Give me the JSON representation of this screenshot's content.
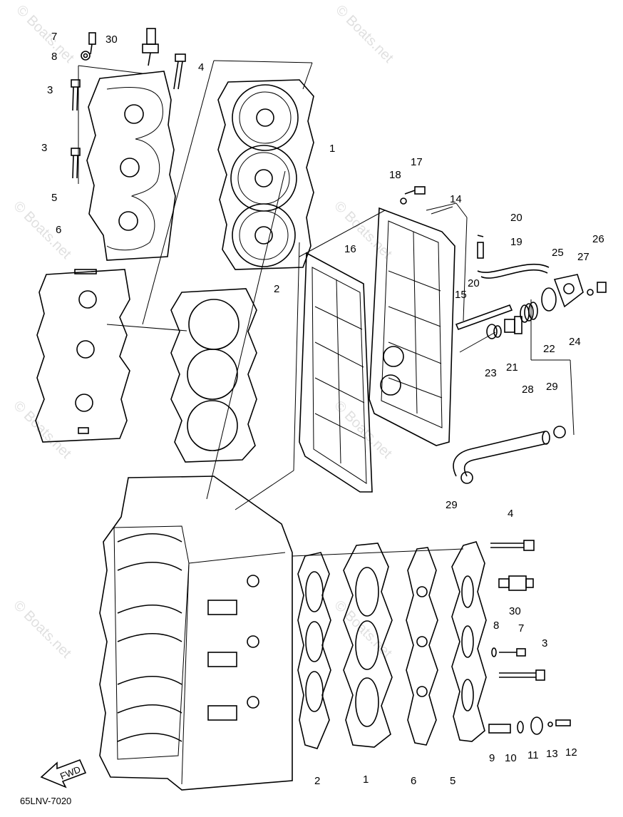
{
  "diagram_code": "65LNV-7020",
  "watermark": "© Boats.net",
  "fwd_label": "FWD",
  "labels": {
    "p1_top": "1",
    "p1_bottom": "1",
    "p2_top": "2",
    "p2_bottom": "2",
    "p3_a": "3",
    "p3_b": "3",
    "p3_right": "3",
    "p4_top": "4",
    "p4_right": "4",
    "p5_top": "5",
    "p5_bottom": "5",
    "p6_top": "6",
    "p6_bottom": "6",
    "p7_top": "7",
    "p7_right": "7",
    "p8_top": "8",
    "p8_right": "8",
    "p9": "9",
    "p10": "10",
    "p11": "11",
    "p12": "12",
    "p13": "13",
    "p14": "14",
    "p15": "15",
    "p16": "16",
    "p17": "17",
    "p18": "18",
    "p19": "19",
    "p20_a": "20",
    "p20_b": "20",
    "p21": "21",
    "p22": "22",
    "p23": "23",
    "p24": "24",
    "p25": "25",
    "p26": "26",
    "p27": "27",
    "p28": "28",
    "p29_a": "29",
    "p29_b": "29",
    "p30_top": "30",
    "p30_right": "30"
  }
}
